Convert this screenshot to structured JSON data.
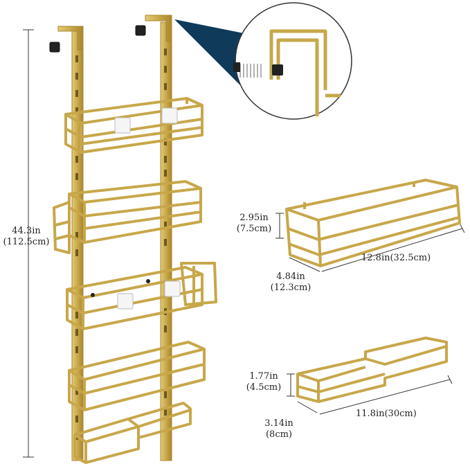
{
  "colors": {
    "gold": "#d2b55b",
    "gold_dark": "#b7983f",
    "navy": "#0f3a5a",
    "line": "#333333"
  },
  "dimensions": {
    "total_height": {
      "imperial": "44.3in",
      "metric": "(112.5cm)"
    },
    "large_basket": {
      "height": {
        "imperial": "2.95in",
        "metric": "(7.5cm)"
      },
      "depth": {
        "imperial": "4.84in",
        "metric": "(12.3cm)"
      },
      "width": {
        "value": "12.8in(32.5cm)"
      }
    },
    "small_basket": {
      "height": {
        "imperial": "1.77in",
        "metric": "(4.5cm)"
      },
      "depth": {
        "imperial": "3.14in",
        "metric": "(8cm)"
      },
      "width": {
        "value": "11.8in(30cm)"
      }
    }
  },
  "icons": {
    "product": "shower-caddy-illustration",
    "detail": "hook-detail-magnifier"
  }
}
